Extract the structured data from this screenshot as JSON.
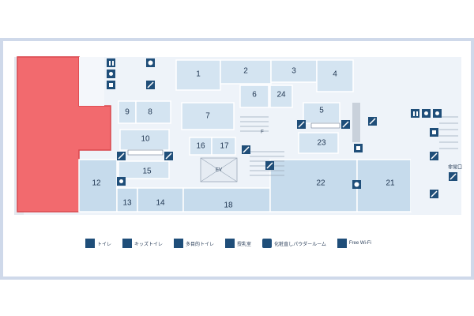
{
  "map": {
    "highlight_color": "#f26a6e",
    "room_color": "#d4e4f1",
    "icon_color": "#1f4e79",
    "rooms": [
      "1",
      "2",
      "3",
      "4",
      "6",
      "24",
      "5",
      "7",
      "9",
      "8",
      "10",
      "15",
      "16",
      "17",
      "23",
      "22",
      "21",
      "12",
      "13",
      "14",
      "18"
    ],
    "elevator_label": "EV",
    "floor_label": "F",
    "side_label": "非常口",
    "escalator_labels": [
      "⇄",
      "⇄"
    ]
  },
  "legend": {
    "items": [
      {
        "icon": "restroom-icon",
        "label": "トイレ"
      },
      {
        "icon": "kids-restroom-icon",
        "label": "キッズトイレ"
      },
      {
        "icon": "accessible-restroom-icon",
        "label": "多目的トイレ"
      },
      {
        "icon": "elevator-icon",
        "label": "授乳室"
      },
      {
        "icon": "powder-room-icon",
        "label": "化粧直しパウダールーム"
      },
      {
        "icon": "wifi-icon",
        "label": "Free Wi-Fi"
      }
    ]
  }
}
